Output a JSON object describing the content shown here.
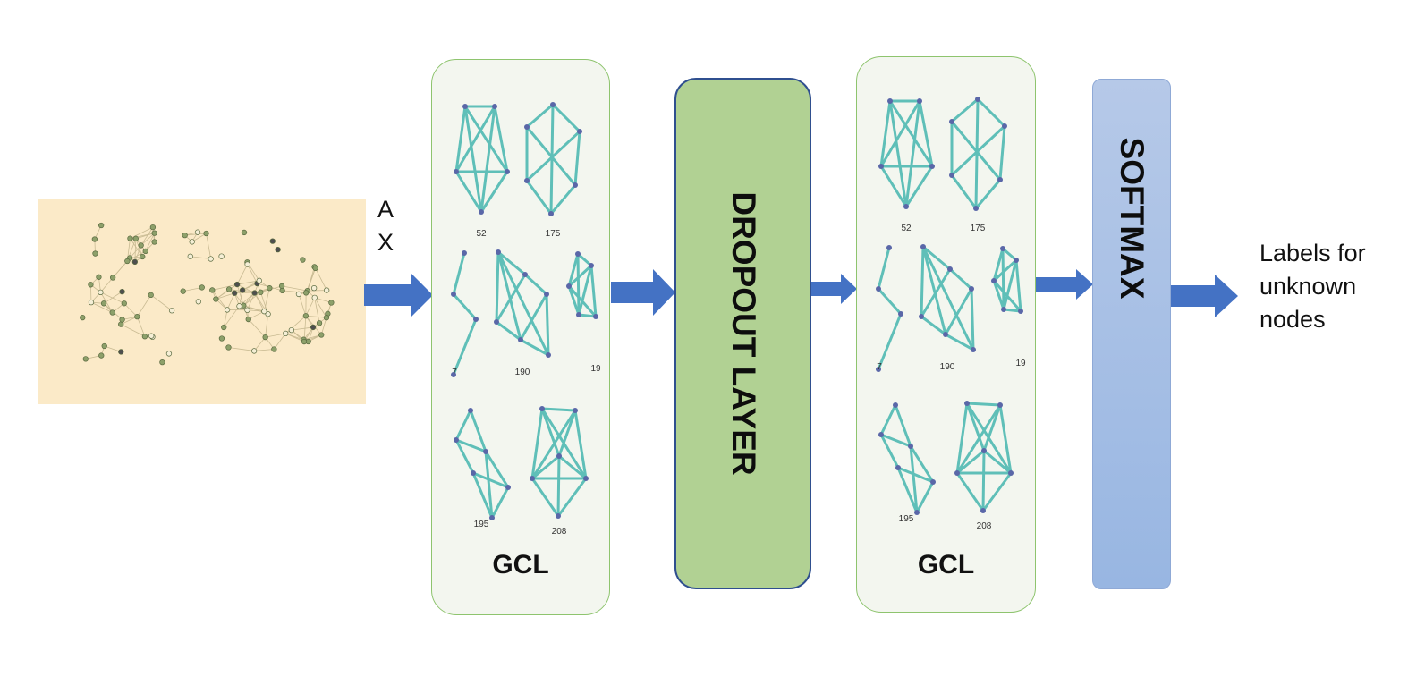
{
  "input": {
    "label_a": "A",
    "label_x": "X"
  },
  "layers": {
    "gcl1": {
      "title": "GCL",
      "graph_labels": [
        "52",
        "175",
        "7",
        "190",
        "19",
        "195",
        "208"
      ]
    },
    "dropout": {
      "title": "DROPOUT LAYER"
    },
    "gcl2": {
      "title": "GCL",
      "graph_labels": [
        "52",
        "175",
        "7",
        "190",
        "19",
        "195",
        "208"
      ]
    },
    "softmax": {
      "title": "SOFTMAX"
    }
  },
  "output": {
    "line1": "Labels for",
    "line2": "unknown",
    "line3": "nodes"
  },
  "colors": {
    "input_bg": "#fbeac8",
    "gcl_bg": "#f3f6ef",
    "gcl_border": "#8ec46e",
    "dropout_fill": "#b1d193",
    "softmax_fill": "#a8c0e6",
    "arrow": "#4472c4",
    "edge": "#5fbfb8",
    "node": "#5a67a8"
  }
}
